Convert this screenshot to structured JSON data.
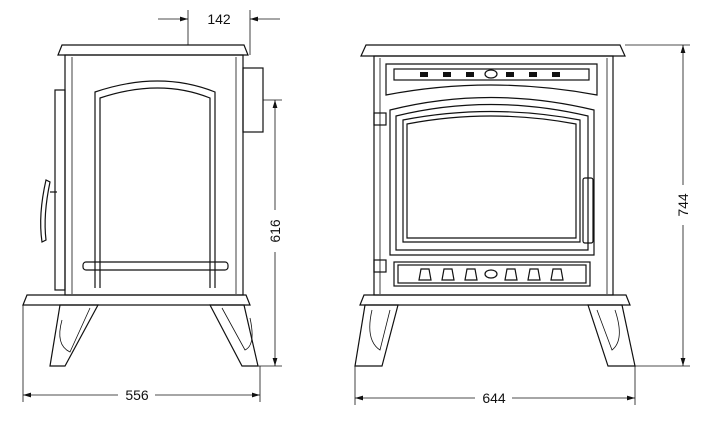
{
  "title": "Stove dimension drawing",
  "side_view": {
    "depth_label": "556",
    "height_label": "616",
    "flue_offset_label": "142"
  },
  "front_view": {
    "width_label": "644",
    "total_height_label": "744"
  },
  "colors": {
    "line": "#111111",
    "background": "#ffffff"
  }
}
